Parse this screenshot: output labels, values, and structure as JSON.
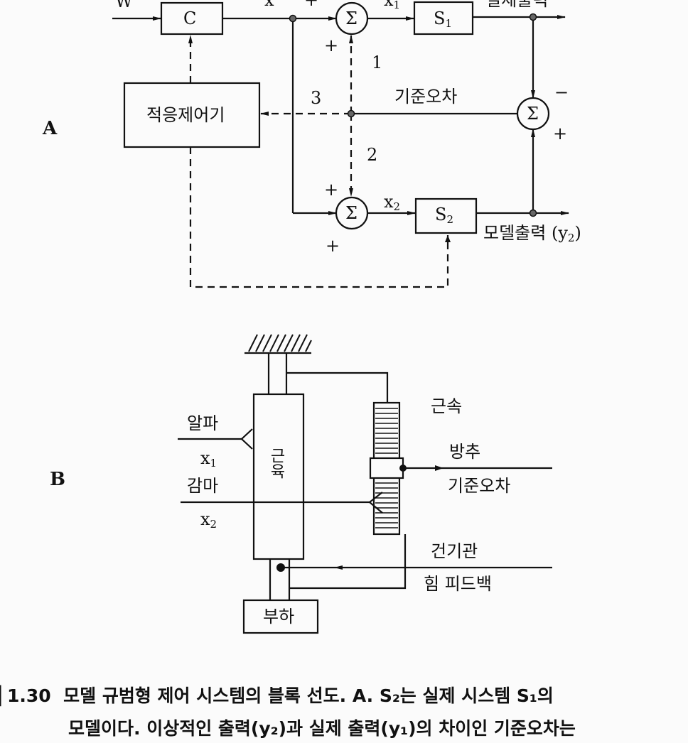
{
  "diagram_a": {
    "panel_label": "A",
    "input_label": "W",
    "controller_label": "C",
    "signal_x": "x",
    "top_plus": "+",
    "x1_label": "x",
    "x1_sub": "1",
    "system1_label": "S",
    "system1_sub": "1",
    "actual_output_label": "실제출력",
    "adaptive_controller_label": "적응제어기",
    "path_1": "1",
    "path_2": "2",
    "path_3": "3",
    "reference_error_label": "기준오차",
    "sum_symbol": "Σ",
    "plus": "+",
    "minus": "−",
    "x2_label": "x",
    "x2_sub": "2",
    "system2_label": "S",
    "system2_sub": "2",
    "model_output_label": "모델출력",
    "model_output_var": "(y",
    "model_output_sub": "2",
    "model_output_close": ")"
  },
  "diagram_b": {
    "panel_label": "B",
    "tendon_label": "근속",
    "alpha_label": "알파",
    "x1_label": "x",
    "x1_sub": "1",
    "gamma_label": "감마",
    "x2_label": "x",
    "x2_sub": "2",
    "muscle_label": "근육",
    "spindle_label": "방추",
    "reference_error_label": "기준오차",
    "golgi_label": "건기관",
    "force_feedback_label": "힘 피드백",
    "load_label": "부하"
  },
  "caption": {
    "fig_prefix": "1.30",
    "line1": "모델 규범형 제어 시스템의 블록 선도. A. S₂는 실제 시스템 S₁의",
    "line2": "모델이다. 이상적인 출력(y₂)과 실제 출력(y₁)의 차이인 기준오차는"
  }
}
